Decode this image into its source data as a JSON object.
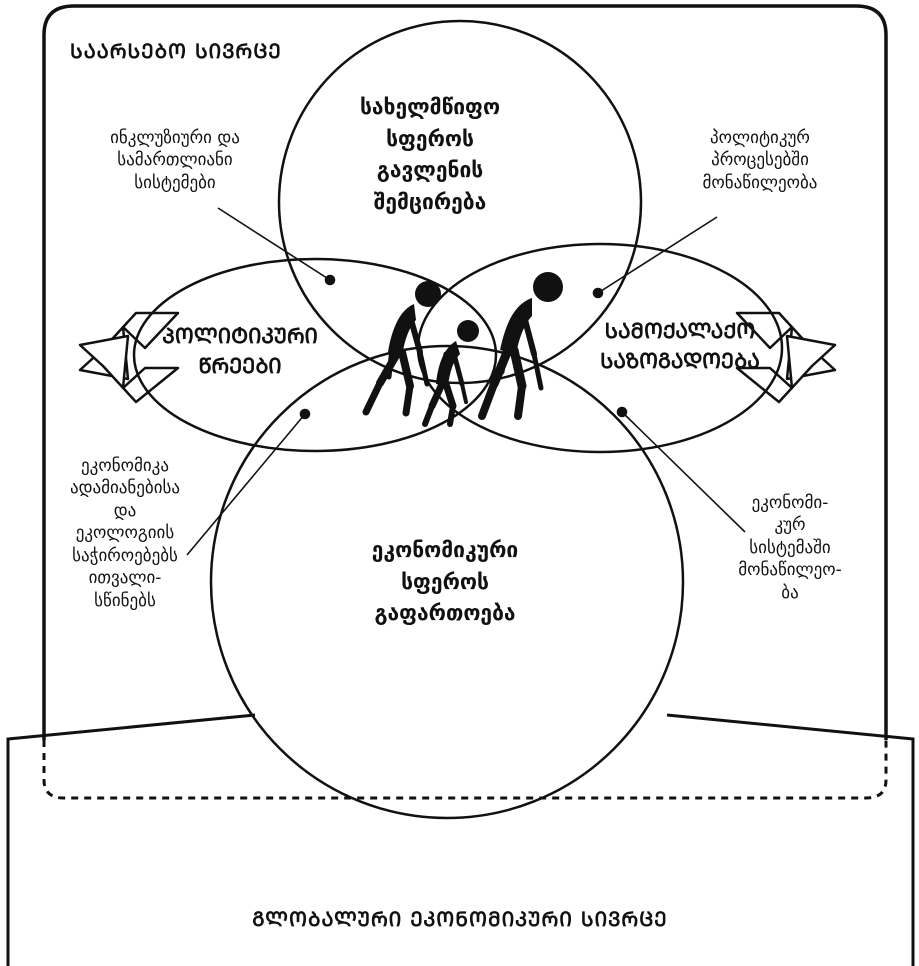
{
  "diagram": {
    "national_space_label": "ᲡᲐᲐᲠᲡᲔᲑᲝ ᲡᲘᲕᲠᲪᲔ",
    "global_space_label": "ᲒᲚᲝᲑᲐᲚᲣᲠᲘ ᲔᲙᲝᲜᲝᲛᲘᲙᲣᲠᲘ ᲡᲘᲕᲠᲪᲔ",
    "spheres": {
      "state": [
        "სახელმწიფო",
        "სფეროს",
        "გავლენის",
        "შემცირება"
      ],
      "political": [
        "ᲞᲝᲚᲘᲢᲘᲙᲣᲠᲘ",
        "ᲬᲠᲔᲔᲑᲘ"
      ],
      "civil": [
        "ᲡᲐᲛᲝᲥᲐᲚᲐᲥᲝ",
        "ᲡᲐᲖᲝᲒᲐᲓᲝᲔᲑᲐ"
      ],
      "economic": [
        "ეკონომიკური",
        "სფეროს",
        "გაფართოება"
      ]
    },
    "annotations": {
      "top_left": [
        "ინკლუზიური და",
        "სამართლიანი",
        "სისტემები"
      ],
      "top_right": [
        "პოლიტიკურ",
        "პროცესებში",
        "მონაწილეობა"
      ],
      "bottom_left": [
        "ეკონომიკა",
        "ადამიანებისა",
        "და",
        "ეკოლოგიის",
        "საჭიროებებს",
        "ითვალი-",
        "სწინებს"
      ],
      "bottom_right": [
        "ეკონომი-",
        "კურ",
        "სისტემაში",
        "მონაწილეო-",
        "ბა"
      ]
    },
    "icons": [
      "double-arrow-left-icon",
      "double-arrow-right-icon",
      "people-pushing-icon"
    ]
  }
}
